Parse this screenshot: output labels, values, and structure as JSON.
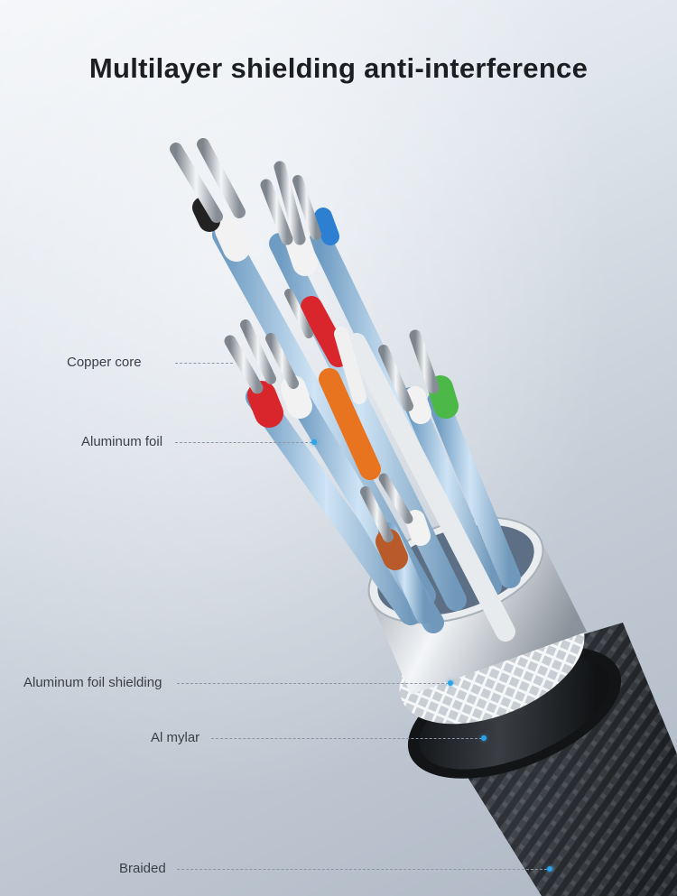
{
  "title": "Multilayer shielding anti-interference",
  "labels": {
    "copper_core": "Copper core",
    "aluminum_foil": "Aluminum foil",
    "aluminum_foil_shielding": "Aluminum foil shielding",
    "al_mylar": "Al mylar",
    "braided": "Braided"
  },
  "colors": {
    "accent_dot": "#2aa3ea",
    "wire_blue": "#9cc4e4",
    "insulation_red": "#d8262c",
    "insulation_orange": "#e8741f",
    "insulation_green": "#4cb848",
    "insulation_blue": "#2d7fd1",
    "insulation_white": "#f2f2f2",
    "braid_dark": "#2a2d31"
  }
}
